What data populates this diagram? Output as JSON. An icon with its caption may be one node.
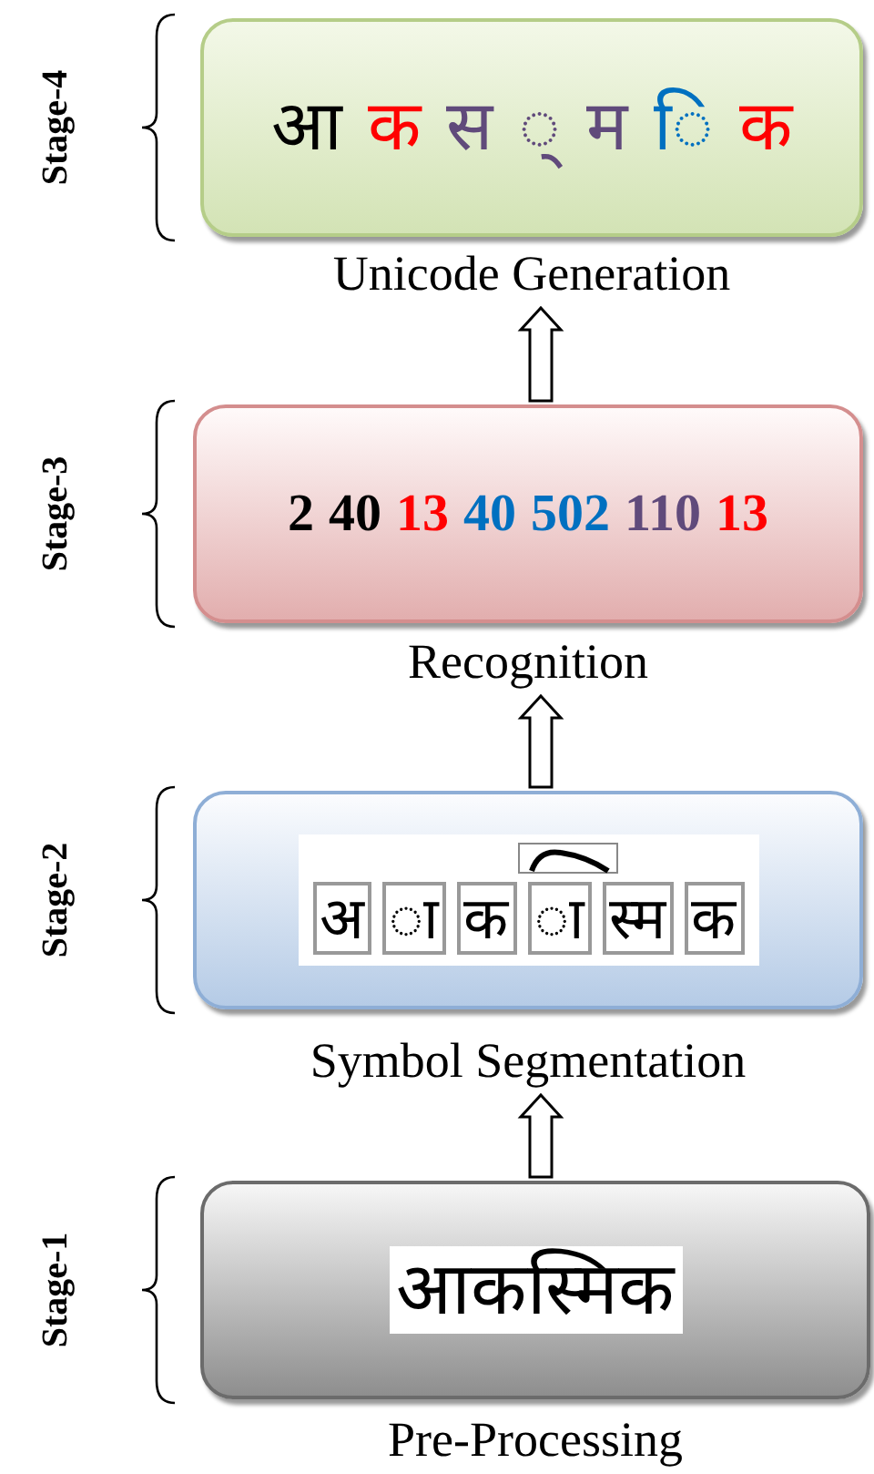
{
  "diagram": {
    "nodes": [
      {
        "text": [
          "आ",
          "क",
          "स",
          "◌्",
          "म",
          "◌ि",
          "क"
        ],
        "beside": [
          "Unicode Generation",
          "Stage-4"
        ]
      },
      {
        "text": [
          "2",
          "40",
          "13",
          "40",
          "502",
          "110",
          "13"
        ],
        "beside": [
          "Recognition",
          "Stage-3"
        ]
      },
      {
        "text": [
          "अ",
          "ा",
          "क",
          "ा",
          "स्म",
          "क"
        ],
        "beside": [
          "Symbol Segmentation",
          "Stage-2"
        ]
      },
      {
        "text": [
          "आकस्मिक"
        ],
        "beside": [
          "Pre-Processing",
          "Stage-1"
        ]
      }
    ],
    "edges": [
      {
        "from": 3,
        "to": 2,
        "arrow": "to"
      },
      {
        "from": 2,
        "to": 1,
        "arrow": "to"
      },
      {
        "from": 1,
        "to": 0,
        "arrow": "to"
      }
    ]
  }
}
